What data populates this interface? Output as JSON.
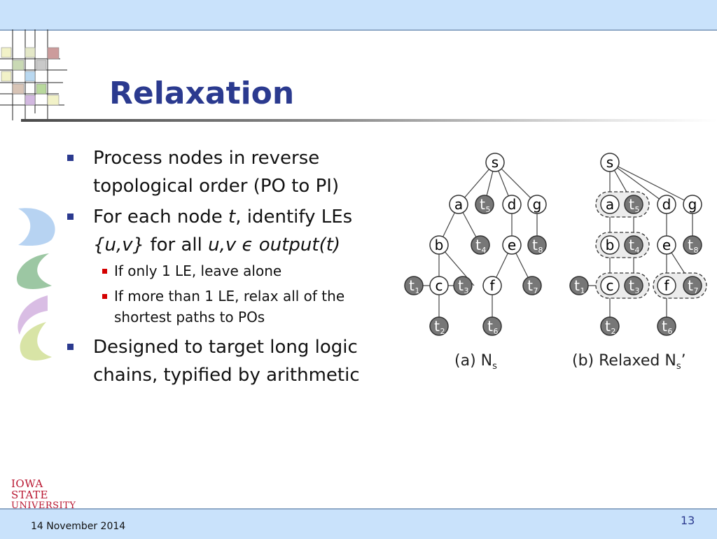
{
  "slide": {
    "title": "Relaxation",
    "bullets": [
      {
        "text": "Process nodes in reverse topological order (PO to PI)"
      },
      {
        "pre": "For each node ",
        "t": "t",
        "mid": ", identify LEs ",
        "set": "{u,v}",
        "post": " for all ",
        "cond": "u,v ϵ output(t)"
      },
      {
        "text": "Designed to target long logic chains, typified by arithmetic"
      }
    ],
    "sub_bullets": [
      "If only 1 LE, leave alone",
      "If more than 1 LE, relax all of the shortest paths to POs"
    ]
  },
  "figure": {
    "left_caption": "(a) N",
    "left_caption_sub": "s",
    "right_caption": "(b) Relaxed N",
    "right_caption_sub": "s",
    "right_caption_suffix": "’",
    "node_labels": {
      "s": "s",
      "a": "a",
      "d": "d",
      "g": "g",
      "b": "b",
      "e": "e",
      "c": "c",
      "f": "f",
      "t": "t",
      "t1": "1",
      "t2": "2",
      "t3": "3",
      "t4": "4",
      "t5": "5",
      "t6": "6",
      "t7": "7",
      "t8": "8"
    }
  },
  "footer": {
    "date": "14 November 2014",
    "page_number": "13",
    "logo_line1": "IOWA STATE",
    "logo_line2": "UNIVERSITY"
  },
  "colors": {
    "title": "#2b3a8f",
    "top_bar": "#c9e2fb",
    "bullet_l1": "#2b3a8f",
    "bullet_l2": "#d40000",
    "logo": "#b8152f"
  }
}
